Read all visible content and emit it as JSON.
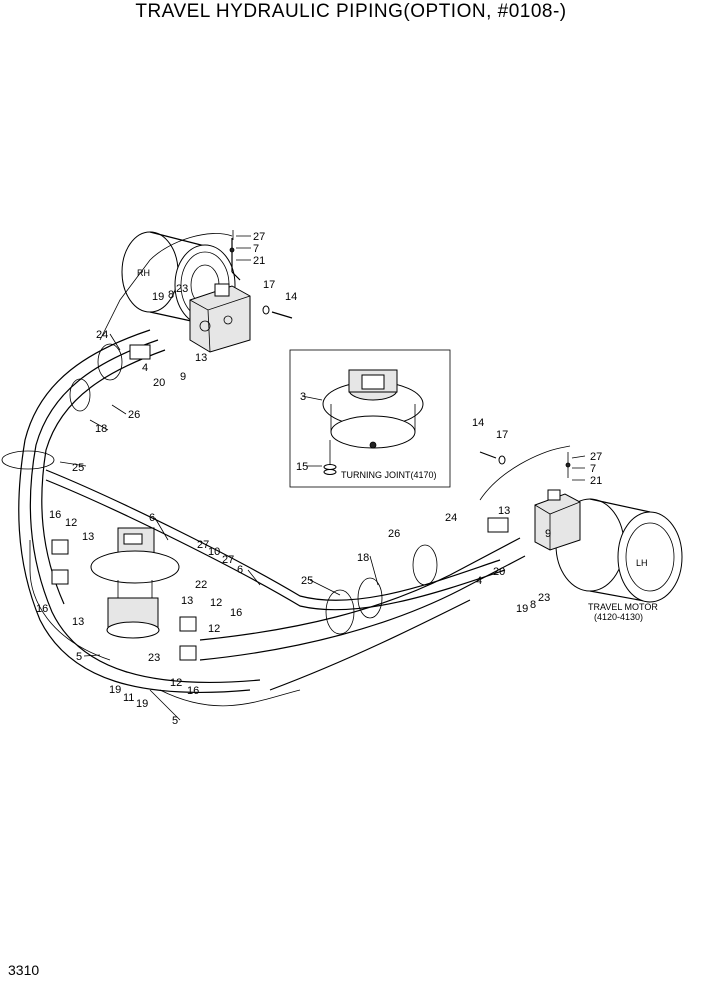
{
  "title": "TRAVEL HYDRAULIC PIPING(OPTION, #0108-)",
  "page_number": "3310",
  "captions": {
    "turning_joint": "TURNING JOINT(4170)",
    "travel_motor_line1": "TRAVEL MOTOR",
    "travel_motor_line2": "(4120-4130)",
    "rh": "RH",
    "lh": "LH"
  },
  "callouts": {
    "c27a": "27",
    "c7a": "7",
    "c21a": "21",
    "c17a": "17",
    "c14a": "14",
    "c19a": "19",
    "c8a": "8",
    "c23a": "23",
    "c24a": "24",
    "c13a": "13",
    "c4a": "4",
    "c20a": "20",
    "c9a": "9",
    "c26a": "26",
    "c18a": "18",
    "c25a": "25",
    "c3": "3",
    "c15": "15",
    "c14b": "14",
    "c17b": "17",
    "c27b": "27",
    "c7b": "7",
    "c21b": "21",
    "c24b": "24",
    "c13b": "13",
    "c26b": "26",
    "c20b": "20",
    "c4b": "4",
    "c9b": "9",
    "c19b": "19",
    "c8b": "8",
    "c23b": "23",
    "c18b": "18",
    "c25b": "25",
    "c6a": "6",
    "c27c": "27",
    "c10": "10",
    "c27d": "27",
    "c22": "22",
    "c6b": "6",
    "c16a": "16",
    "c12a": "12",
    "c13c": "13",
    "c16b": "16",
    "c13d": "13",
    "c13e": "13",
    "c12b": "12",
    "c16c": "16",
    "c12c": "12",
    "c16d": "16",
    "c12d": "12",
    "c23c": "23",
    "c5a": "5",
    "c19c": "19",
    "c11": "11",
    "c19d": "19",
    "c5b": "5"
  }
}
